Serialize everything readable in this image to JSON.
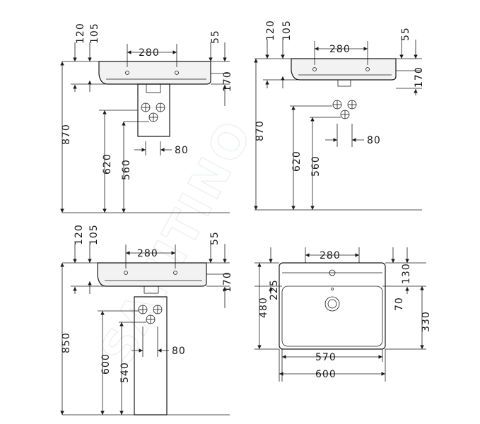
{
  "watermark": "SANITINO",
  "views": {
    "top_left": {
      "width_label": "280",
      "top_offset_a": "120",
      "top_offset_b": "105",
      "right_offset": "55",
      "right_height": "170",
      "height_total": "870",
      "height_drain": "620",
      "height_supply": "560",
      "supply_spacing": "80"
    },
    "top_right": {
      "width_label": "280",
      "top_offset_a": "120",
      "top_offset_b": "105",
      "right_offset": "55",
      "right_height": "170",
      "height_total": "870",
      "height_drain": "620",
      "height_supply": "560",
      "supply_spacing": "80"
    },
    "bottom_left": {
      "width_label": "280",
      "top_offset_a": "120",
      "top_offset_b": "105",
      "right_offset": "55",
      "right_height": "170",
      "height_total": "850",
      "height_drain": "600",
      "height_supply": "540",
      "supply_spacing": "80"
    },
    "plan": {
      "width_top": "280",
      "depth_225": "225",
      "depth_480": "480",
      "right_130": "130",
      "right_70": "70",
      "right_330": "330",
      "inner_width": "570",
      "outer_width": "600"
    }
  }
}
